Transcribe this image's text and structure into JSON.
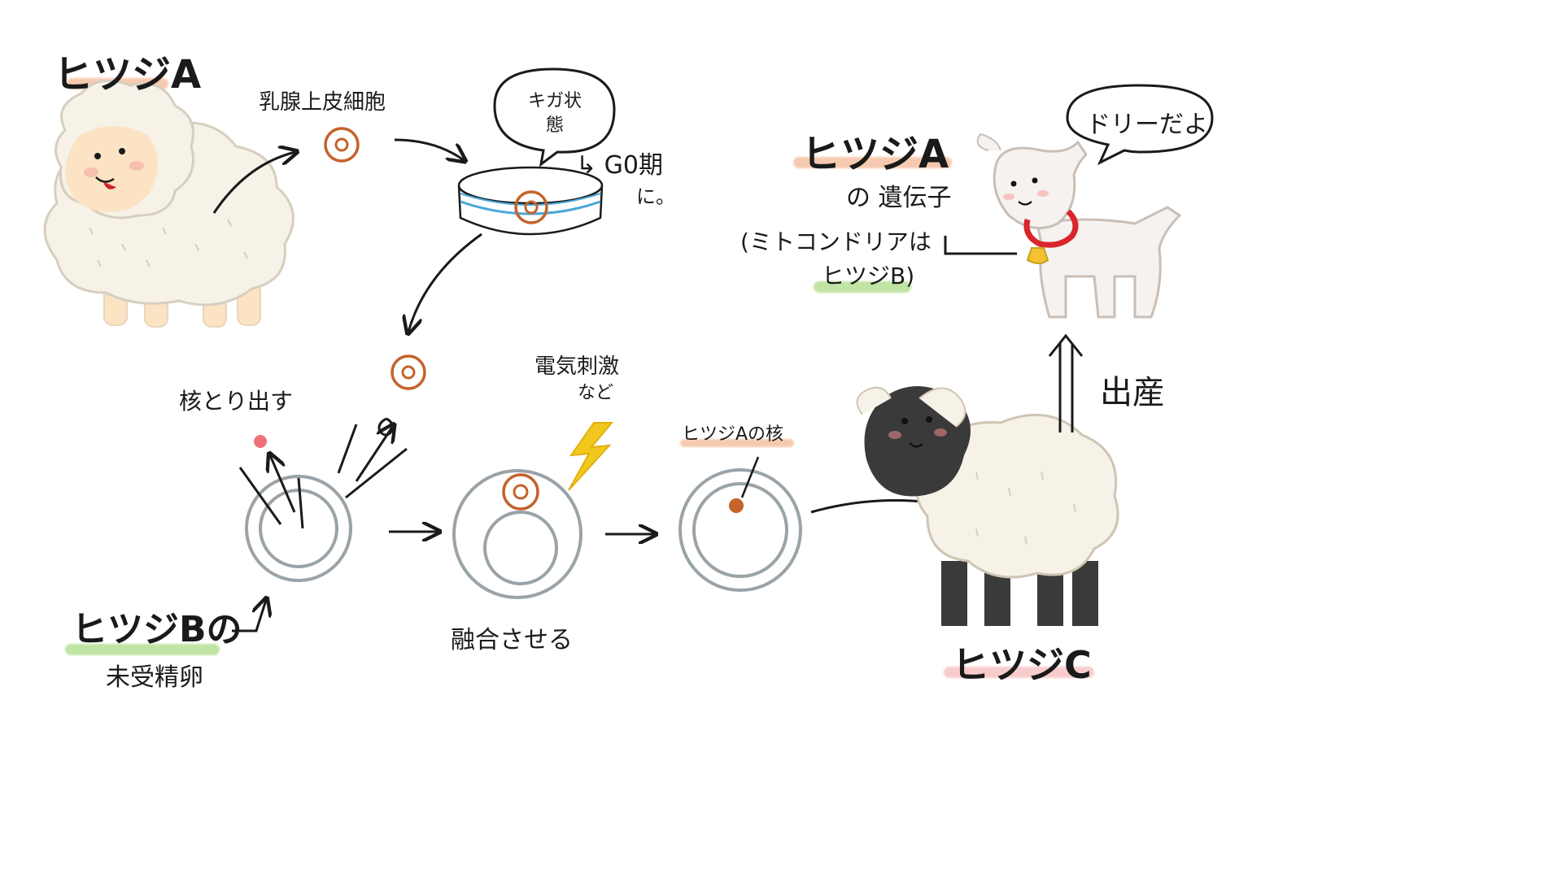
{
  "colors": {
    "ink": "#1a1a1a",
    "cell_ring": "#9aa3a8",
    "nucleus": "#c4632a",
    "dish_water": "#4aa6d8",
    "bolt": "#f2c81e",
    "highlight_orange": "#f0a070",
    "highlight_green": "#8ccf5a",
    "highlight_pink": "#f4a3a3",
    "wool": "#f6f2e8",
    "face_cream": "#fbe3c3",
    "black_face": "#3a3a3a",
    "collar": "#d8262c",
    "bell": "#f2c230"
  },
  "labels": {
    "sheep_a": "ヒツジA",
    "mammary_cell": "乳腺上皮細胞",
    "bubble_starve": "キガ状態",
    "g0_note_line1": "↳ G0期",
    "g0_note_line2": "に。",
    "extract_nucleus": "核とり出す",
    "sheep_b_egg": "ヒツジBの",
    "unfertilized_egg": "未受精卵",
    "electric_stim_line1": "電気刺激",
    "electric_stim_line2": "など",
    "fuse": "融合させる",
    "sheep_a_nucleus": "ヒツジAの核",
    "sheep_c": "ヒツジC",
    "birth": "出産",
    "genes_title": "ヒツジA",
    "genes_line1": "の 遺伝子",
    "genes_line2": "(ミトコンドリアは",
    "genes_line3": "ヒツジB)",
    "dolly_speech": "ドリーだよ"
  },
  "icons": [
    "sheep-a-icon",
    "petri-dish-icon",
    "lightning-bolt-icon",
    "sheep-c-icon",
    "dolly-lamb-icon",
    "speech-bubble-icon",
    "cell-icon",
    "arrow-icon"
  ]
}
